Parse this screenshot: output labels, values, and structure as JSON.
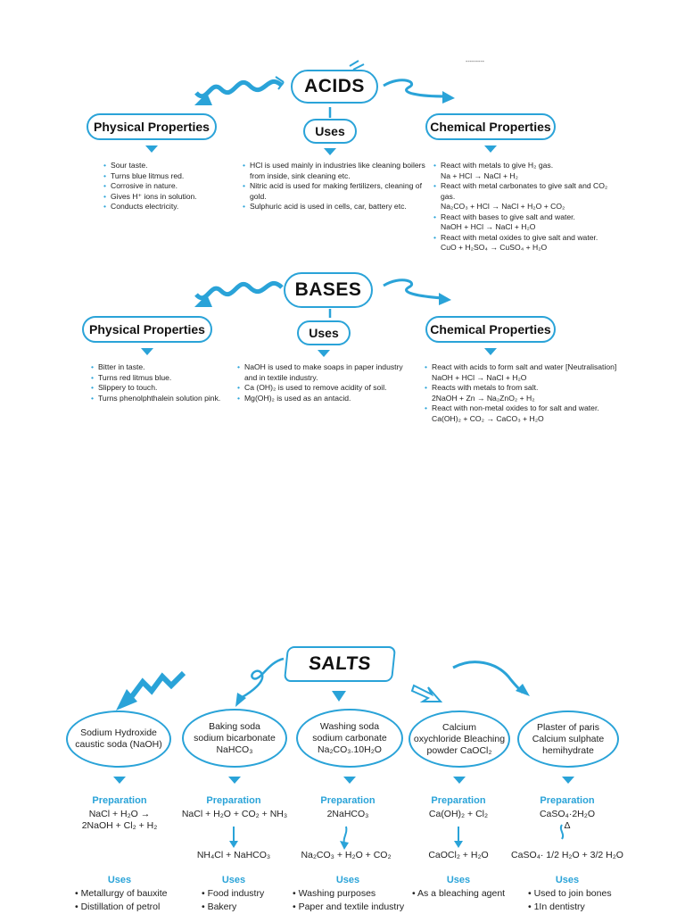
{
  "colors": {
    "accent": "#2aa3d8",
    "text": "#222222"
  },
  "corner_note": "---------",
  "acids": {
    "title": "ACIDS",
    "physical": {
      "title": "Physical Properties",
      "items": [
        "Sour taste.",
        "Turns blue litmus red.",
        "Corrosive in nature.",
        "Gives H⁺ ions in solution.",
        "Conducts electricity."
      ]
    },
    "uses": {
      "title": "Uses",
      "items": [
        "HCl is used mainly in industries like cleaning boilers from inside, sink cleaning etc.",
        "Nitric acid is used for making fertilizers, cleaning of gold.",
        "Sulphuric acid is used in cells, car, battery etc."
      ]
    },
    "chemical": {
      "title": "Chemical Properties",
      "items": [
        {
          "text": "React with metals to give H₂ gas.",
          "eq": "Na + HCl → NaCl + H₂"
        },
        {
          "text": "React with metal carbonates to give salt and CO₂ gas.",
          "eq": "Na₂CO₃ + HCl → NaCl + H₂O + CO₂"
        },
        {
          "text": "React with bases to give salt and water.",
          "eq": "NaOH + HCl → NaCl + H₂O"
        },
        {
          "text": "React with metal oxides to give salt and water.",
          "eq": "CuO + H₂SO₄ → CuSO₄ + H₂O"
        }
      ]
    }
  },
  "bases": {
    "title": "BASES",
    "physical": {
      "title": "Physical Properties",
      "items": [
        "Bitter in taste.",
        "Turns red litmus blue.",
        "Slippery to touch.",
        "Turns phenolphthalein solution pink."
      ]
    },
    "uses": {
      "title": "Uses",
      "items": [
        "NaOH is used to make soaps in paper industry and in textile industry.",
        "Ca (OH)₂ is used to remove acidity of soil.",
        "Mg(OH)₂ is used as an antacid."
      ]
    },
    "chemical": {
      "title": "Chemical Properties",
      "items": [
        {
          "text": "React with acids to form salt and water [Neutralisation]",
          "eq": "NaOH + HCl → NaCl + H₂O"
        },
        {
          "text": "Reacts with metals to from salt.",
          "eq": "2NaOH + Zn → Na₂ZnO₂ + H₂"
        },
        {
          "text": "React with non-metal oxides to for salt and water.",
          "eq": "Ca(OH)₂ + CO₂ → CaCO₃ + H₂O"
        }
      ]
    }
  },
  "salts": {
    "title": "SALTS",
    "preparation_label": "Preparation",
    "uses_label": "Uses",
    "items": [
      {
        "name": "Sodium Hydroxide caustic soda (NaOH)",
        "prep": "NaCl + H₂O →\n2NaOH + Cl₂ + H₂",
        "result": "",
        "uses": [
          "Metallurgy of bauxite",
          "Distillation of petrol"
        ]
      },
      {
        "name": "Baking soda\nsodium bicarbonate\nNaHCO₃",
        "prep": "NaCl + H₂O + CO₂ + NH₃",
        "result": "NH₄Cl + NaHCO₃",
        "uses": [
          "Food industry",
          "Bakery"
        ]
      },
      {
        "name": "Washing soda\nsodium carbonate\nNa₂CO₃.10H₂O",
        "prep": "2NaHCO₃",
        "result": "Na₂CO₃ + H₂O + CO₂",
        "uses": [
          "Washing purposes",
          "Paper and textile industry"
        ]
      },
      {
        "name": "Calcium\noxychloride Bleaching\npowder CaOCl₂",
        "prep": "Ca(OH)₂ + Cl₂",
        "result": "CaOCl₂ + H₂O",
        "uses": [
          "As a bleaching agent"
        ]
      },
      {
        "name": "Plaster of paris\nCalcium sulphate\nhemihydrate",
        "prep": "CaSO₄·2H₂O\nΔ",
        "result": "CaSO₄· 1/2 H₂O + 3/2 H₂O",
        "uses": [
          "Used to join bones",
          "1In dentistry"
        ]
      }
    ]
  }
}
